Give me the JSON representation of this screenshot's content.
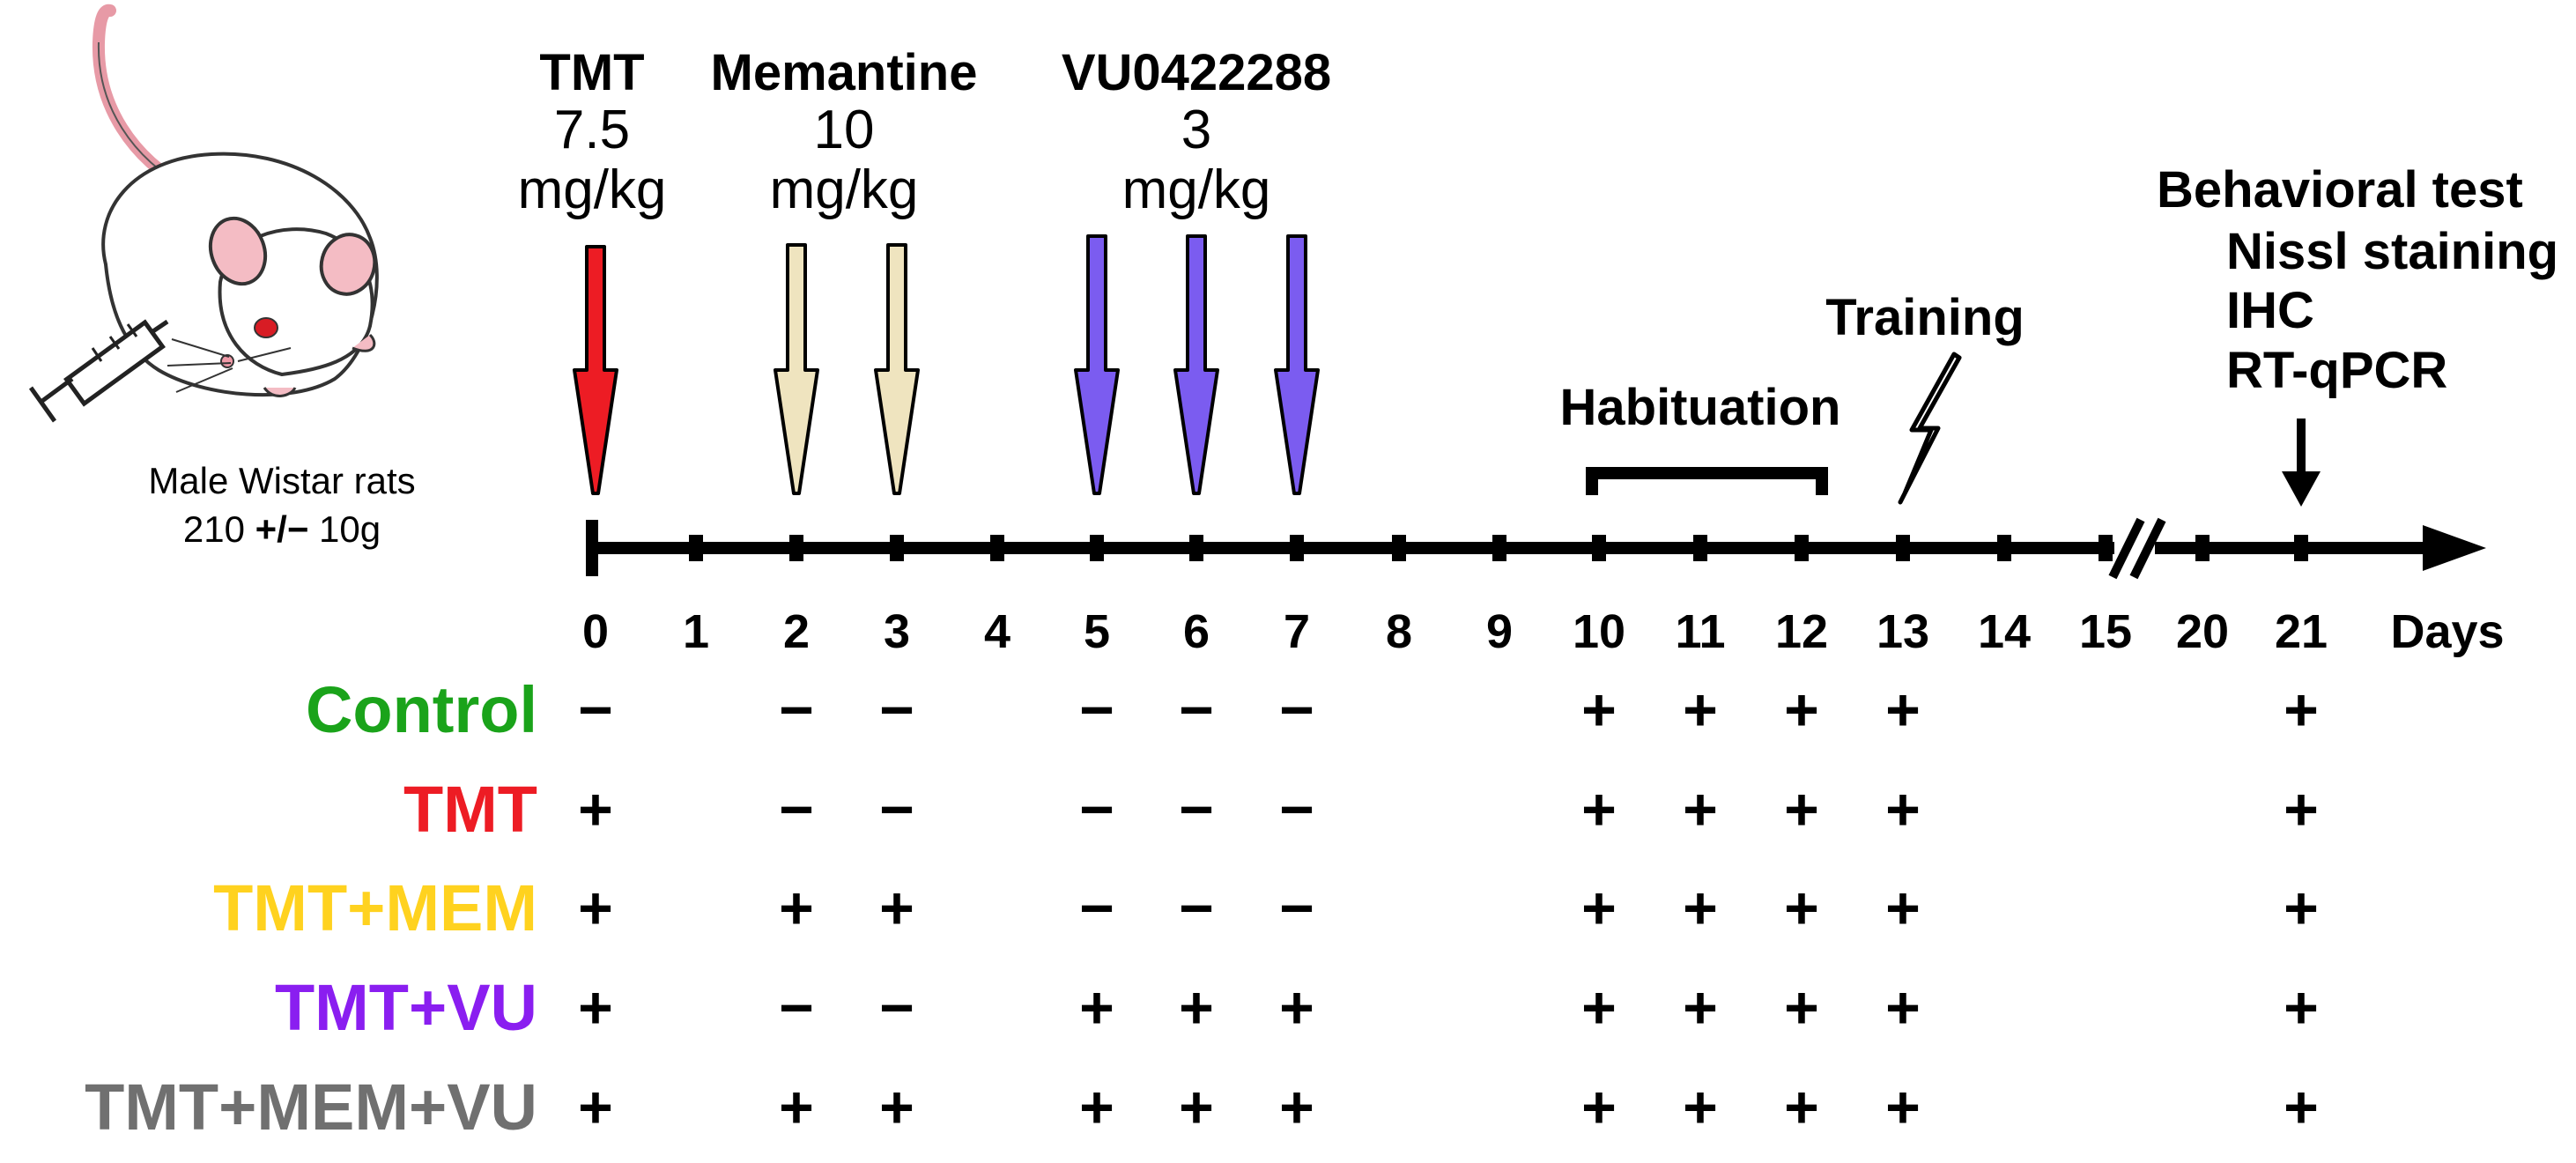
{
  "subject": {
    "line1": "Male Wistar rats",
    "line2_num": "210",
    "line2_pm": "+/−",
    "line2_unit": "10g",
    "icon": "rat-with-syringe-icon"
  },
  "drugs": [
    {
      "name": "TMT",
      "dose": "7.5",
      "unit": "mg/kg",
      "color": "#ed1c24",
      "days": [
        0
      ]
    },
    {
      "name": "Memantine",
      "dose": "10",
      "unit": "mg/kg",
      "color": "#efe4bf",
      "days": [
        2,
        3
      ]
    },
    {
      "name": "VU0422288",
      "dose": "3",
      "unit": "mg/kg",
      "color": "#7b5cf0",
      "days": [
        5,
        6,
        7
      ]
    }
  ],
  "phases": {
    "habituation": "Habituation",
    "training": "Training",
    "final_title": "Behavioral test",
    "final_items": [
      "Nissl staining",
      "IHC",
      "RT-qPCR"
    ]
  },
  "timeline": {
    "ticks": [
      "0",
      "1",
      "2",
      "3",
      "4",
      "5",
      "6",
      "7",
      "8",
      "9",
      "10",
      "11",
      "12",
      "13",
      "14",
      "15",
      "20",
      "21"
    ],
    "unit": "Days"
  },
  "groups": [
    {
      "name": "Control",
      "color": "#1aa31a",
      "marks": {
        "0": "−",
        "2": "−",
        "3": "−",
        "5": "−",
        "6": "−",
        "7": "−",
        "10": "+",
        "11": "+",
        "12": "+",
        "13": "+",
        "21": "+"
      }
    },
    {
      "name": "TMT",
      "color": "#ed1c24",
      "marks": {
        "0": "+",
        "2": "−",
        "3": "−",
        "5": "−",
        "6": "−",
        "7": "−",
        "10": "+",
        "11": "+",
        "12": "+",
        "13": "+",
        "21": "+"
      }
    },
    {
      "name": "TMT+MEM",
      "color": "#ffd21f",
      "marks": {
        "0": "+",
        "2": "+",
        "3": "+",
        "5": "−",
        "6": "−",
        "7": "−",
        "10": "+",
        "11": "+",
        "12": "+",
        "13": "+",
        "21": "+"
      }
    },
    {
      "name": "TMT+VU",
      "color": "#8a1ef0",
      "marks": {
        "0": "+",
        "2": "−",
        "3": "−",
        "5": "+",
        "6": "+",
        "7": "+",
        "10": "+",
        "11": "+",
        "12": "+",
        "13": "+",
        "21": "+"
      }
    },
    {
      "name": "TMT+MEM+VU",
      "color": "#707070",
      "marks": {
        "0": "+",
        "2": "+",
        "3": "+",
        "5": "+",
        "6": "+",
        "7": "+",
        "10": "+",
        "11": "+",
        "12": "+",
        "13": "+",
        "21": "+"
      }
    }
  ]
}
